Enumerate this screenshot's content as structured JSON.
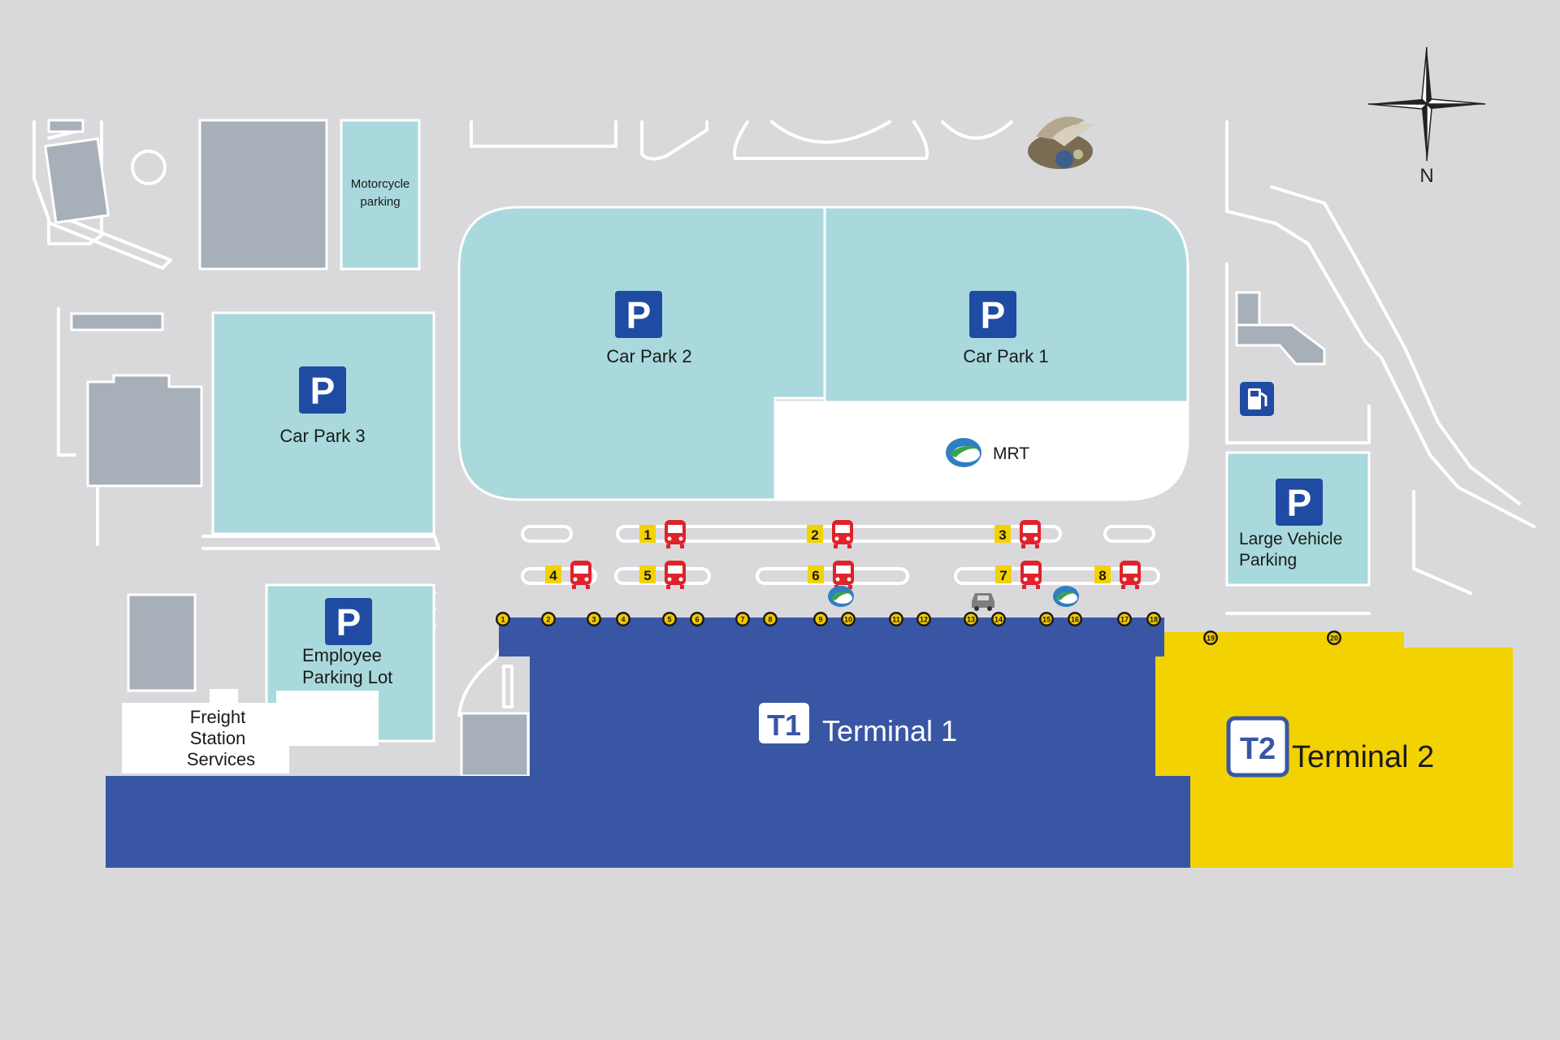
{
  "colors": {
    "background": "#d9d9dc",
    "parking_area": "#a9d9dc",
    "building": "#a7afb8",
    "terminal1": "#3956a5",
    "terminal2": "#f2d200",
    "parking_sign": "#1f4ba3",
    "bus": "#e0222a",
    "bus_stop_label": "#f2d200",
    "door_marker": "#f2c800",
    "outline": "#ffffff"
  },
  "compass": {
    "label": "N"
  },
  "labels": {
    "motorcycle_1": "Motorcycle",
    "motorcycle_2": "parking",
    "car_park_1": "Car Park 1",
    "car_park_2": "Car Park 2",
    "car_park_3": "Car Park 3",
    "mrt": "MRT",
    "employee_1": "Employee",
    "employee_2": "Parking Lot",
    "large_vehicle_1": "Large Vehicle",
    "large_vehicle_2": "Parking",
    "freight_1": "Freight",
    "freight_2": "Station",
    "freight_3": "Services",
    "parking_letter": "P",
    "terminal1_badge": "T1",
    "terminal1_name": "Terminal  1",
    "terminal2_badge": "T2",
    "terminal2_name": "Terminal  2"
  },
  "bus_stops": [
    "1",
    "2",
    "3",
    "4",
    "5",
    "6",
    "7",
    "8"
  ],
  "doors": [
    "1",
    "2",
    "3",
    "4",
    "5",
    "6",
    "7",
    "8",
    "9",
    "10",
    "11",
    "12",
    "13",
    "14",
    "15",
    "16",
    "17",
    "18",
    "19",
    "20"
  ],
  "icons": {
    "compass": "compass-rose-icon",
    "monument": "bird-sculpture-icon",
    "fuel": "fuel-pump-icon",
    "mrt": "mrt-logo-icon",
    "taxi": "taxi-icon",
    "bus": "bus-icon",
    "parking": "parking-sign-icon"
  }
}
